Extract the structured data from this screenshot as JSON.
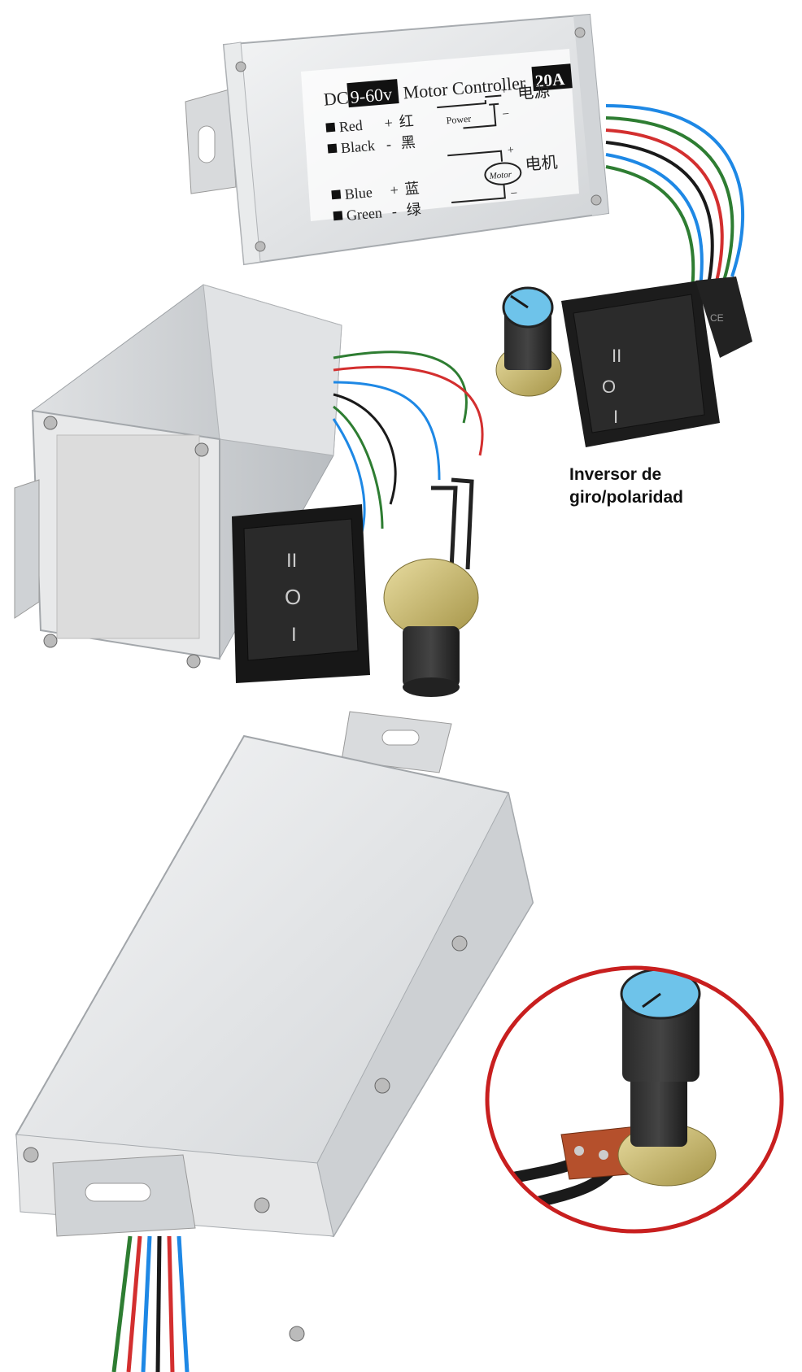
{
  "controller": {
    "voltage_prefix": "DC",
    "voltage_range": "9-60v",
    "product_name": "Motor Controller",
    "current_rating": "20A",
    "wires": [
      {
        "color_name": "Red",
        "polarity": "+",
        "cn": "红",
        "hex": "#d32f2f"
      },
      {
        "color_name": "Black",
        "polarity": "-",
        "cn": "黑",
        "hex": "#1a1a1a"
      },
      {
        "color_name": "Blue",
        "polarity": "+",
        "cn": "蓝",
        "hex": "#1e88e5"
      },
      {
        "color_name": "Green",
        "polarity": "-",
        "cn": "绿",
        "hex": "#2e7d32"
      }
    ],
    "power_label": "Power",
    "power_cn": "电源",
    "motor_label": "Motor",
    "motor_cn": "电机",
    "plus": "+",
    "minus": "–"
  },
  "switch": {
    "symbols": [
      "II",
      "O",
      "I"
    ]
  },
  "caption": {
    "line1": "Inversor de",
    "line2": "giro/polaridad"
  },
  "colors": {
    "aluminium": "#e4e6e8",
    "knob_cap": "#6ec3ea",
    "highlight_ring": "#c81f1f"
  }
}
